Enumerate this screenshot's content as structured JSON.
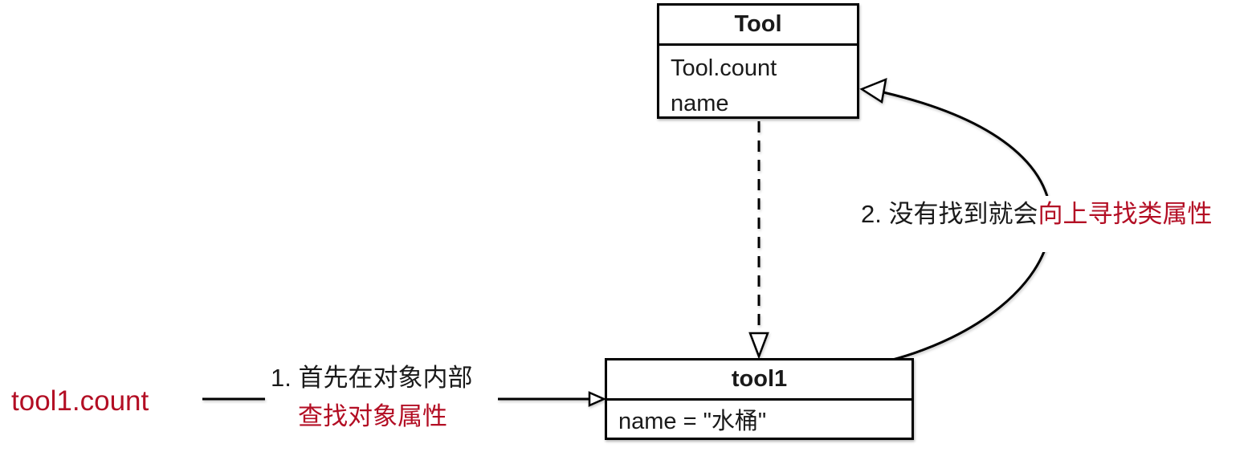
{
  "diagram": {
    "title_semantics": "python-attribute-lookup-diagram",
    "colors": {
      "line": "#000000",
      "text": "#1a1a1a",
      "accent_red": "#b30e24",
      "background": "#ffffff"
    },
    "class_box": {
      "title": "Tool",
      "attributes": [
        "Tool.count",
        "name"
      ]
    },
    "instance_box": {
      "title": "tool1",
      "attributes": [
        "name = \"水桶\""
      ]
    },
    "expression_label": "tool1.count",
    "step1": {
      "line1_black": "1. 首先在对象内部",
      "line2_red": "查找对象属性"
    },
    "step2": {
      "black_part": "2. 没有找到就会",
      "red_part": "向上寻找类属性"
    }
  }
}
